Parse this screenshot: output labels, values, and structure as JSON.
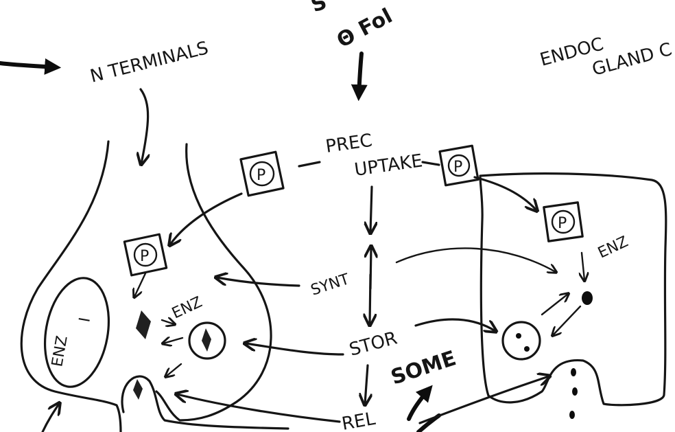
{
  "labels": {
    "top_partial": "S",
    "folic": "Θ Fol",
    "n_terminals": "N TERMINALS",
    "endoc_line1": "ENDOC",
    "endoc_line2": "GLAND C",
    "prec": "PREC",
    "uptake": "UPTAKE",
    "synt": "SYNT",
    "stor": "STOR",
    "rel": "REL",
    "some": "SOME",
    "enz_nerve": "ENZ",
    "enz_gland": "ENZ",
    "enz_vesicle_left": "ENZ",
    "enz_vesicle_right": "I",
    "p_symbol": "P"
  }
}
